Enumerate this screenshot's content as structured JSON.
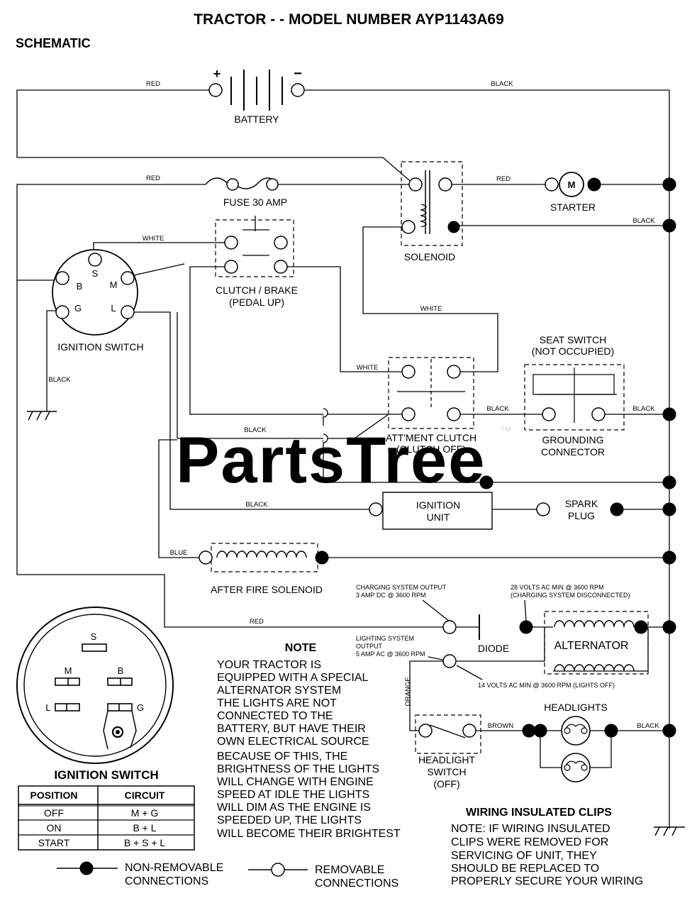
{
  "title": "TRACTOR - - MODEL NUMBER AYP1143A69",
  "section": "SCHEMATIC",
  "watermark": "PartsTree",
  "watermark_tm": "TM",
  "components": {
    "battery": "BATTERY",
    "battery_pos": "+",
    "battery_neg": "−",
    "fuse": "FUSE 30 AMP",
    "starter": "STARTER",
    "starter_m": "M",
    "solenoid": "SOLENOID",
    "clutch_brake_1": "CLUTCH / BRAKE",
    "clutch_brake_2": "(PEDAL UP)",
    "ignition_switch": "IGNITION SWITCH",
    "seat_switch_1": "SEAT SWITCH",
    "seat_switch_2": "(NOT OCCUPIED)",
    "grounding_1": "GROUNDING",
    "grounding_2": "CONNECTOR",
    "attment_1": "ATT'MENT CLUTCH",
    "attment_2": "(CLUTCH OFF)",
    "ignition_unit_1": "IGNITION",
    "ignition_unit_2": "UNIT",
    "spark_1": "SPARK",
    "spark_2": "PLUG",
    "after_fire": "AFTER FIRE SOLENOID",
    "diode": "DIODE",
    "alternator": "ALTERNATOR",
    "headlights": "HEADLIGHTS",
    "headlight_sw_1": "HEADLIGHT",
    "headlight_sw_2": "SWITCH",
    "headlight_sw_3": "(OFF)"
  },
  "ignition_pins": {
    "s": "S",
    "b": "B",
    "m": "M",
    "g": "G",
    "l": "L"
  },
  "wires": {
    "red1": "RED",
    "black1": "BLACK",
    "red2": "RED",
    "red3": "RED",
    "black2": "BLACK",
    "white1": "WHITE",
    "white2": "WHITE",
    "white3": "WHITE",
    "black3": "BLACK",
    "black4": "BLACK",
    "black5": "BLACK",
    "black6": "BLACK",
    "black7": "BLACK",
    "blue": "BLUE",
    "red4": "RED",
    "brown": "BROWN",
    "black8": "BLACK",
    "orange": "ORANGE"
  },
  "charging": {
    "out1": "CHARGING SYSTEM OUTPUT",
    "out2": "3 AMP DC @ 3600 RPM",
    "v28_1": "28 VOLTS AC MIN  @ 3600 RPM",
    "v28_2": "(CHARGING SYSTEM DISCONNECTED)",
    "light1": "LIGHTING SYSTEM",
    "light2": "OUTPUT",
    "light3": "5 AMP AC @ 3600 RPM",
    "v14": "14 VOLTS AC MIN  @ 3600 RPM (LIGHTS OFF)"
  },
  "note": {
    "heading": "NOTE",
    "lines": [
      "YOUR TRACTOR IS",
      "EQUIPPED WITH A SPECIAL",
      "ALTERNATOR SYSTEM",
      "THE LIGHTS ARE NOT",
      "CONNECTED TO THE",
      "BATTERY, BUT HAVE THEIR",
      "OWN ELECTRICAL SOURCE",
      "BECAUSE OF THIS, THE",
      "BRIGHTNESS OF THE LIGHTS",
      "WILL CHANGE WITH ENGINE",
      "SPEED   AT IDLE THE LIGHTS",
      "WILL DIM   AS THE ENGINE IS",
      "SPEEDED UP, THE LIGHTS",
      "WILL BECOME THEIR BRIGHTEST"
    ]
  },
  "ign_table": {
    "title": "IGNITION SWITCH",
    "headers": [
      "POSITION",
      "CIRCUIT"
    ],
    "rows": [
      [
        "OFF",
        "M + G"
      ],
      [
        "ON",
        "B + L"
      ],
      [
        "START",
        "B + S + L"
      ]
    ]
  },
  "legend": {
    "nonremovable_1": "NON-REMOVABLE",
    "nonremovable_2": "CONNECTIONS",
    "removable_1": "REMOVABLE",
    "removable_2": "CONNECTIONS"
  },
  "clips": {
    "title": "WIRING INSULATED CLIPS",
    "lines": [
      "NOTE: IF WIRING INSULATED",
      "CLIPS WERE REMOVED FOR",
      "SERVICING OF UNIT, THEY",
      "SHOULD BE REPLACED TO",
      "PROPERLY SECURE YOUR WIRING"
    ]
  }
}
